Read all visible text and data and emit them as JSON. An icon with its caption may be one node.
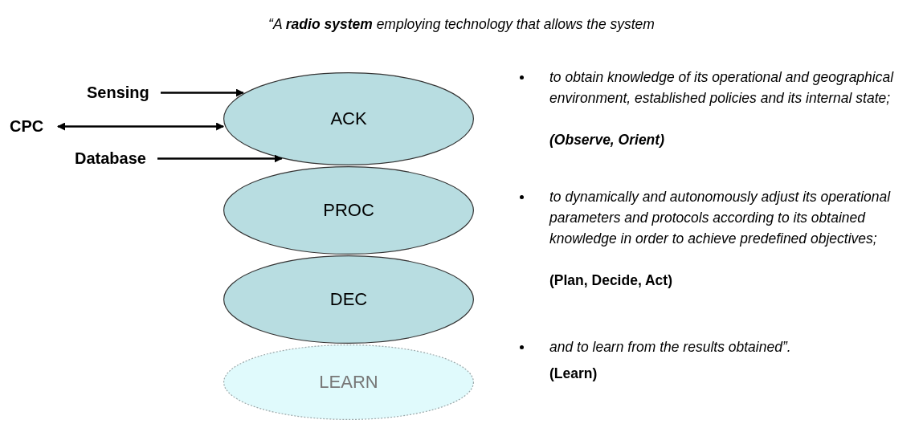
{
  "diagram": {
    "title": "“A **radio system** employing technology that allows the system",
    "nodes": [
      {
        "text": [
          "Sensing"
        ]
      },
      {
        "text": [
          "CPC"
        ]
      },
      {
        "text": [
          "Database"
        ]
      },
      {
        "text": [
          "ACK"
        ]
      },
      {
        "text": [
          "PROC"
        ]
      },
      {
        "text": [
          "DEC"
        ]
      },
      {
        "text": [
          "LEARN"
        ]
      }
    ],
    "edges": [
      {
        "from": 0,
        "to": 3,
        "arrow": "to"
      },
      {
        "from": 1,
        "to": 3,
        "arrow": "both"
      },
      {
        "from": 2,
        "to": 3,
        "arrow": "to"
      }
    ],
    "labels": [
      "to obtain knowledge of its operational and geographical environment, established policies and its internal state;",
      "(Observe, Orient)",
      "to dynamically and autonomously adjust its operational parameters and protocols according to its obtained knowledge in order to achieve predefined objectives;",
      "(Plan, Decide, Act)",
      "and to learn from the results obtained”.",
      "(Learn)"
    ]
  }
}
